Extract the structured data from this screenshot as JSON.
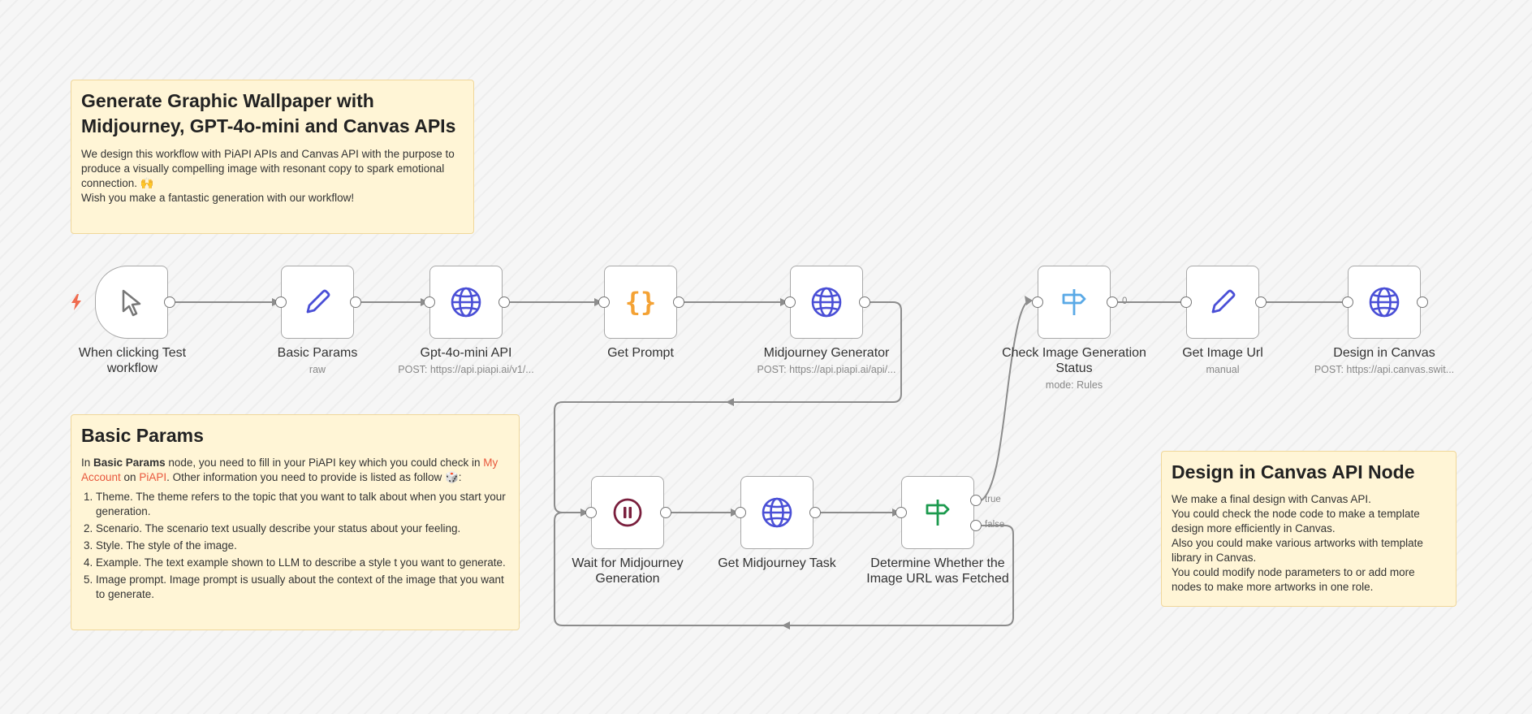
{
  "stickies": {
    "intro": {
      "title": "Generate Graphic Wallpaper with Midjourney, GPT-4o-mini and Canvas APIs",
      "line1": "We design this workflow with PiAPI APIs and Canvas API with the purpose to produce a visually compelling image with resonant copy to spark emotional connection. 🙌",
      "line2": "Wish you make a fantastic generation with our workflow!"
    },
    "basic": {
      "title": "Basic Params",
      "text_in": "In ",
      "bold": "Basic Params",
      "text_after_bold": " node, you need to fill in your PiAPI key which you could check in ",
      "link_account": "My Account",
      "text_on": " on ",
      "link_piapi": "PiAPI",
      "text_end": ". Other information you need to provide is listed as follow 🎲:",
      "items": [
        "Theme. The theme refers to the topic that you want to talk about when you start your generation.",
        "Scenario. The scenario text usually describe your status about your feeling.",
        "Style. The style of the image.",
        "Example. The text example shown to LLM to describe a style t you want to generate.",
        "Image prompt. Image prompt is usually about the context of the image that you want to generate."
      ]
    },
    "canvas": {
      "title": "Design in Canvas API Node",
      "lines": [
        "We make a final design with Canvas API.",
        "You could check the node code to make a template design more efficiently in Canvas.",
        "Also you could make various artworks with template library in Canvas.",
        "You could modify node parameters to or add more nodes to make more artworks in one role."
      ]
    }
  },
  "nodes": {
    "trigger": {
      "title": "When clicking Test workflow",
      "icon": "cursor-icon"
    },
    "basic_params": {
      "title": "Basic Params",
      "subtitle": "raw",
      "icon": "pencil-icon"
    },
    "gpt": {
      "title": "Gpt-4o-mini API",
      "subtitle": "POST: https://api.piapi.ai/v1/...",
      "icon": "globe-icon"
    },
    "get_prompt": {
      "title": "Get Prompt",
      "icon": "braces-icon"
    },
    "mj_generator": {
      "title": "Midjourney Generator",
      "subtitle": "POST: https://api.piapi.ai/api/...",
      "icon": "globe-icon"
    },
    "check_status": {
      "title": "Check Image Generation Status",
      "subtitle": "mode: Rules",
      "icon": "signpost-icon"
    },
    "get_image_url": {
      "title": "Get Image Url",
      "subtitle": "manual",
      "icon": "pencil-icon"
    },
    "design_canvas": {
      "title": "Design in Canvas",
      "subtitle": "POST: https://api.canvas.swit...",
      "icon": "globe-icon"
    },
    "wait_mj": {
      "title": "Wait for Midjourney Generation",
      "icon": "pause-icon"
    },
    "get_mj_task": {
      "title": "Get Midjourney Task",
      "icon": "globe-icon"
    },
    "determine": {
      "title": "Determine Whether the Image URL was Fetched",
      "icon": "signpost-icon",
      "out_true": "true",
      "out_false": "false"
    }
  },
  "edge_labels": {
    "check_to_url": "0"
  },
  "colors": {
    "globe": "#4a4fd6",
    "pencil": "#4a4fd6",
    "braces": "#f4a234",
    "pause": "#7a1f3d",
    "signpost_check": "#5aa9e6",
    "signpost_determine": "#1c9a4e",
    "bolt": "#ef6b4f",
    "sticky_bg": "#fff5d6",
    "link": "#e8573c"
  }
}
